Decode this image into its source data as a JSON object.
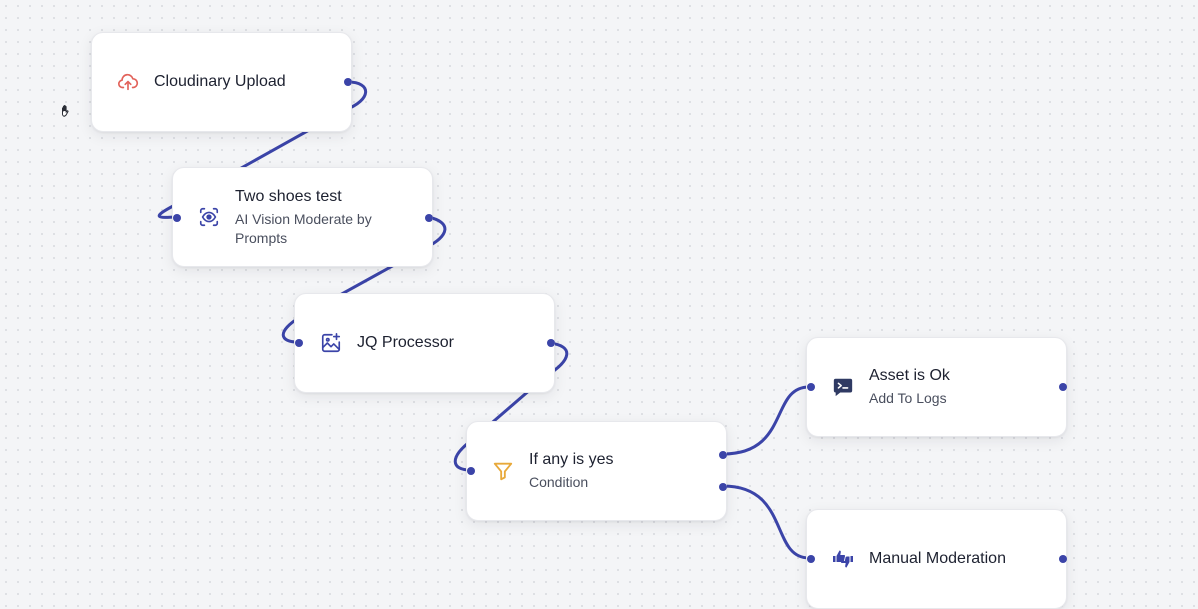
{
  "canvas": {
    "edge_color": "#3b44a8"
  },
  "nodes": {
    "cloudinary_upload": {
      "title": "Cloudinary Upload",
      "icon": "cloud-upload-icon",
      "icon_color": "#e2625a"
    },
    "two_shoes_test": {
      "title": "Two shoes test",
      "subtitle": "AI Vision Moderate by Prompts",
      "icon": "eye-scan-icon",
      "icon_color": "#3b44a8"
    },
    "jq_processor": {
      "title": "JQ Processor",
      "icon": "image-sparkle-icon",
      "icon_color": "#3b44a8"
    },
    "if_any_is_yes": {
      "title": "If any is yes",
      "subtitle": "Condition",
      "icon": "filter-icon",
      "icon_color": "#e8a93a"
    },
    "asset_is_ok": {
      "title": "Asset is Ok",
      "subtitle": "Add To Logs",
      "icon": "terminal-message-icon",
      "icon_color": "#2f3a63"
    },
    "manual_moderation": {
      "title": "Manual Moderation",
      "icon": "thumbs-up-down-icon",
      "icon_color": "#3b44a8"
    }
  }
}
